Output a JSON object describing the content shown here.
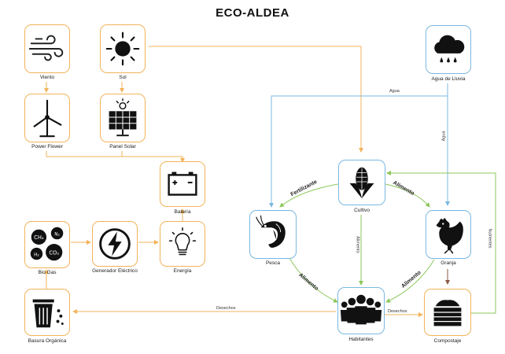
{
  "title": "ECO-ALDEA",
  "nodes": {
    "viento": "Viento",
    "sol": "Sol",
    "agua_lluvia": "Agua de Lluvia",
    "power_flower": "Power Flower",
    "panel_solar": "Panel Solar",
    "bateria": "Batería",
    "bio_gas": "Bio Gas",
    "generador": "Generador Eléctrico",
    "energia": "Energía",
    "basura": "Basura Orgánica",
    "cultivo": "Cultivo",
    "pesca": "Pesca",
    "granja": "Granja",
    "habitantes": "Habitantes",
    "compostaje": "Compostaje"
  },
  "edges": {
    "agua_h": "Agua",
    "agua_v": "Agua",
    "fertilizante": "Fertilizante",
    "alimento_granja": "Alimento",
    "alimento_habitantes": "Alimento",
    "alimento_pesca": "Alimento",
    "alimento_granja_hab": "Alimento",
    "desechos_basura": "Desechos",
    "desechos_compost": "Desechos",
    "nutrientes": "Nutrientes"
  },
  "biogas_molecules": [
    "CH₄",
    "N₂",
    "H₂",
    "CO₂"
  ],
  "colors": {
    "orange": "#f2b35a",
    "blue": "#7bb8e0",
    "green": "#8cc75a",
    "brown": "#8a5a44"
  }
}
